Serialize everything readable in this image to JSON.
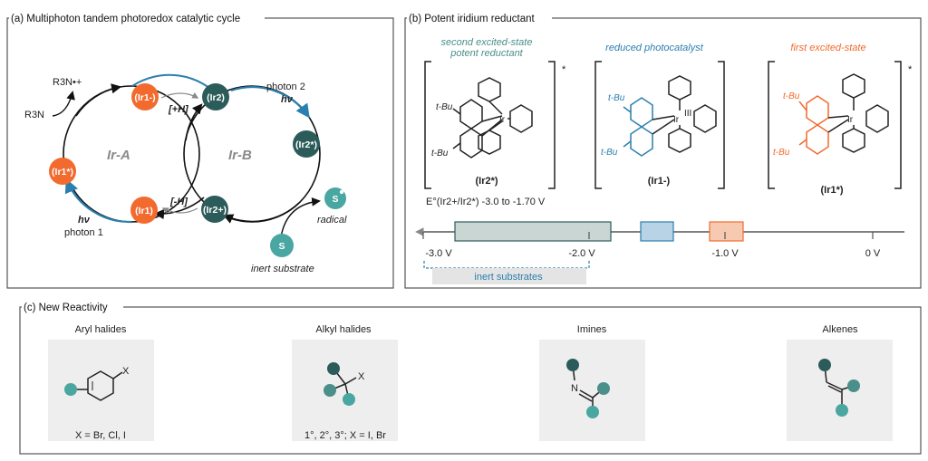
{
  "colors": {
    "orange": "#f26a2e",
    "dark_teal": "#2c5c5a",
    "teal": "#4aa6a1",
    "blue": "#2a7fae",
    "panel_border": "#555555",
    "box_bg": "#eeeeee"
  },
  "panel_a": {
    "title": "(a) Multiphoton tandem photoredox catalytic cycle",
    "amine_radical": "R3N•+",
    "amine": "R3N",
    "cycle_a": "Ir-A",
    "cycle_b": "Ir-B",
    "nodes": {
      "ir1_minus": "(Ir1-)",
      "ir2": "(Ir2)",
      "ir2_star": "(Ir2*)",
      "ir2_plus": "(Ir2+)",
      "ir1": "(Ir1)",
      "ir1_star": "(Ir1*)"
    },
    "plus_h": "[+H]",
    "minus_h": "[-H]",
    "photon2": "photon 2",
    "photon1": "photon 1",
    "hv": "hν",
    "radical_node": "S",
    "radical": "radical",
    "substrate_node": "S",
    "inert_substrate": "inert substrate"
  },
  "panel_b": {
    "title": "(b) Potent iridium reductant",
    "complexes": [
      {
        "caption": "second excited-state potent reductant",
        "caption_line1": "second excited-state",
        "caption_line2": "potent reductant",
        "label": "(Ir2*)",
        "tbu_top": "t-Bu",
        "tbu_bottom": "t-Bu",
        "metal": "Ir",
        "star": "*"
      },
      {
        "caption": "reduced photocatalyst",
        "label": "(Ir1-)",
        "tbu_top": "t-Bu",
        "tbu_bottom": "t-Bu",
        "metal": "Ir",
        "oxidation": "III"
      },
      {
        "caption": "first excited-state",
        "label": "(Ir1*)",
        "tbu_top": "t-Bu",
        "tbu_bottom": "t-Bu",
        "metal": "Ir",
        "star": "*"
      }
    ],
    "potential_text": "E°(Ir2+/Ir2*) -3.0 to -1.70 V",
    "axis": {
      "ticks": [
        "-3.0 V",
        "-2.0 V",
        "-1.0 V",
        "0 V"
      ],
      "inert_label": "inert substrates"
    }
  },
  "panel_c": {
    "title": "(c) New Reactivity",
    "items": [
      {
        "name": "Aryl halides",
        "atom": "X",
        "note": "X = Br, Cl, I"
      },
      {
        "name": "Alkyl halides",
        "atom": "X",
        "note": "1°, 2°, 3°; X =  I, Br"
      },
      {
        "name": "Imines",
        "atom": "N",
        "note": ""
      },
      {
        "name": "Alkenes",
        "atom": "",
        "note": ""
      }
    ]
  }
}
